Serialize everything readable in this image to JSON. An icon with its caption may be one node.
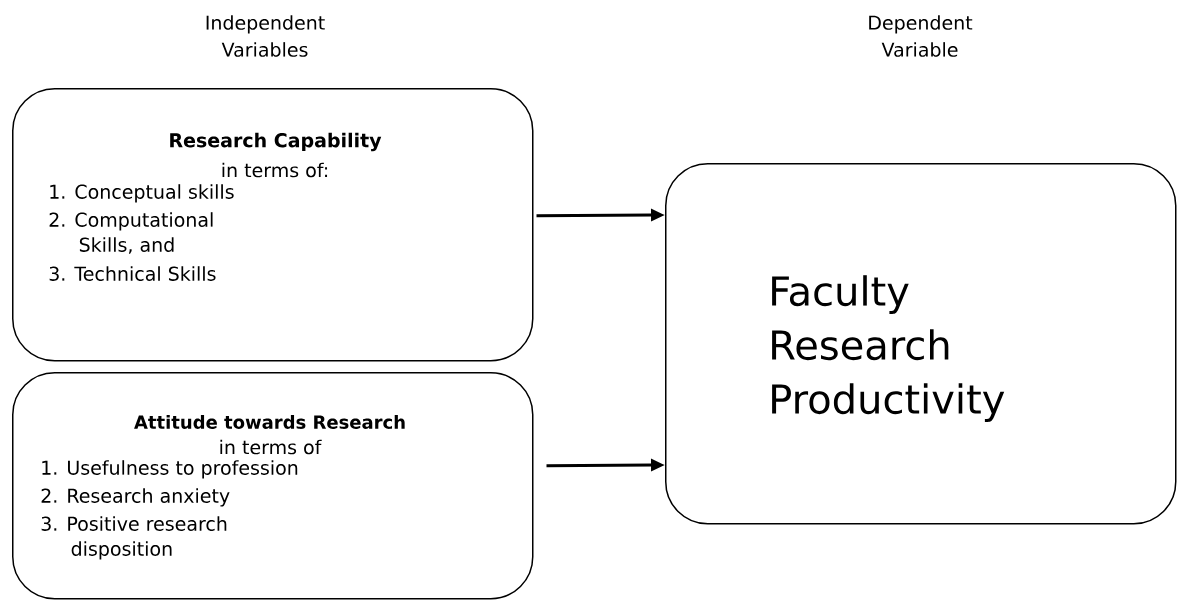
{
  "diagram": {
    "nodes": [
      {
        "text": [
          "Research Capability",
          "in terms of:",
          "1. Conceptual skills",
          "2. Computational Skills, and",
          "3. Technical Skills"
        ]
      },
      {
        "text": [
          "Attitude towards Research",
          "in terms of",
          "1. Usefulness to profession",
          "2. Research anxiety",
          "3. Positive research disposition"
        ]
      },
      {
        "text": [
          "Faculty Research Productivity"
        ]
      }
    ],
    "edges": [
      {
        "from": 0,
        "to": 2,
        "arrow": "to"
      },
      {
        "from": 1,
        "to": 2,
        "arrow": "to"
      }
    ],
    "labels": [
      "Independent Variables",
      "Dependent Variable"
    ]
  }
}
